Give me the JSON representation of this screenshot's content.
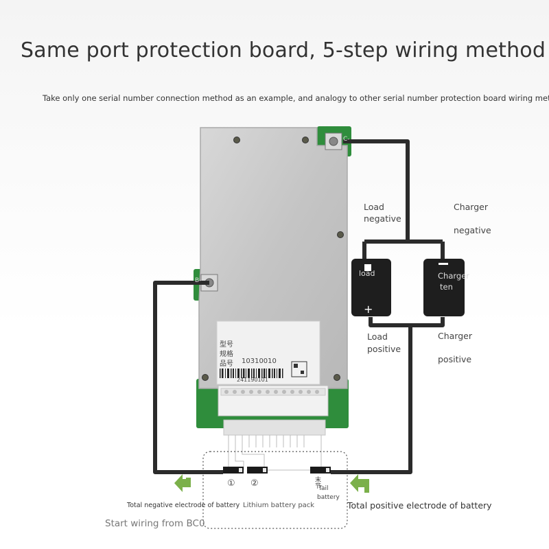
{
  "header": {
    "title": "Same port protection board, 5-step wiring method",
    "subtitle": "Take only one serial number connection method as an example, and analogy to other serial number protection board wiring methods"
  },
  "board": {
    "label_line1": "型号",
    "label_line2": "规格",
    "label_line3_prefix": "品号",
    "label_code": "10310010",
    "label_serial": "241190101",
    "pad_c_mark": "C-",
    "pad_b_mark": "B-"
  },
  "load": {
    "negative_line1": "Load",
    "negative_line2": "negative",
    "positive_line1": "Load",
    "positive_line2": "positive",
    "device_label": "load",
    "plus_sign": "+",
    "minus_sign": "-"
  },
  "charger": {
    "negative_line1": "Charger",
    "negative_line2": "negative",
    "positive_line1": "Charger",
    "positive_line2": "positive",
    "device_label_line1": "Charger",
    "device_label_line2": "ten",
    "minus_sign": "-"
  },
  "battery": {
    "cell1_number": "①",
    "cell2_number": "②",
    "tail_cell_mark": "末节",
    "tail_label_line1": "Tail",
    "tail_label_line2": "battery",
    "total_negative": "Total negative electrode of battery",
    "pack_label": "Lithium battery pack",
    "total_positive": "Total positive electrode of battery",
    "start_wiring": "Start wiring from BC0"
  },
  "colors": {
    "wire": "#2b2b2b",
    "board_metal": "#c8c8c8",
    "pcb_green": "#2f8d3c",
    "arrow_green": "#7bb04a",
    "device_body": "#1e1e1e"
  }
}
